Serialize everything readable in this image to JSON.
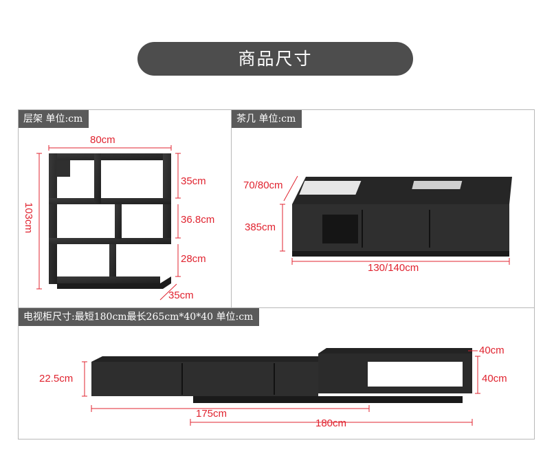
{
  "banner": {
    "title": "商品尺寸"
  },
  "shelf": {
    "label": "层架 单位:cm",
    "dims": {
      "width": "80cm",
      "height": "103cm",
      "row1": "35cm",
      "row2": "36.8cm",
      "row3": "28cm",
      "depth": "35cm"
    }
  },
  "table": {
    "label": "茶几 单位:cm",
    "dims": {
      "depth": "70/80cm",
      "height": "385cm",
      "length": "130/140cm"
    }
  },
  "tv": {
    "label": "电视柜尺寸:最短180cm最长265cm*40*40 单位:cm",
    "dims": {
      "front_height": "22.5cm",
      "top_depth": "40cm",
      "side_height": "40cm",
      "width1": "175cm",
      "width2": "180cm"
    }
  },
  "colors": {
    "dimension": "#e0232f",
    "label_bg": "#5a5a5a",
    "furniture": "#2b2b2b",
    "border": "#b8b8b8"
  }
}
